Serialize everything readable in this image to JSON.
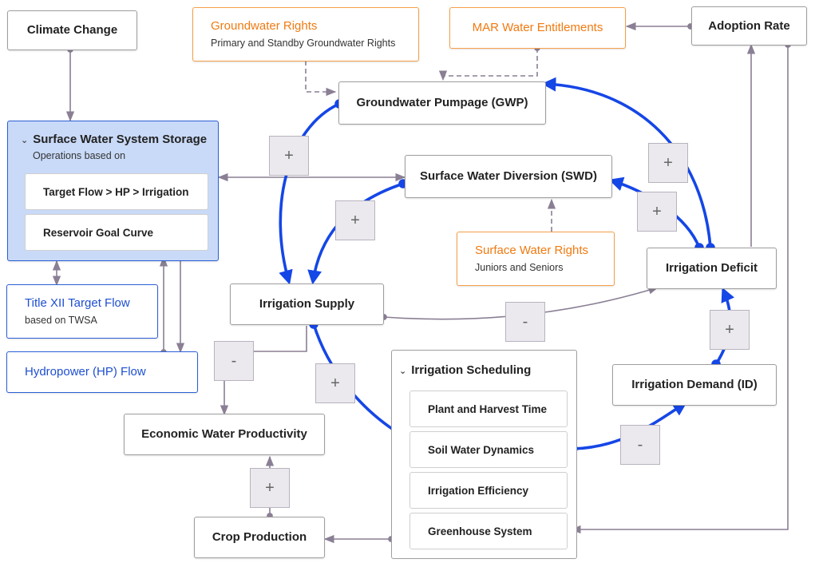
{
  "nodes": {
    "climate_change": "Climate Change",
    "groundwater_rights": {
      "title": "Groundwater Rights",
      "sub": "Primary and Standby Groundwater Rights"
    },
    "mar_entitlements": "MAR Water Entitlements",
    "adoption_rate": "Adoption Rate",
    "gwp": "Groundwater Pumpage (GWP)",
    "swd": "Surface Water Diversion (SWD)",
    "surface_water_rights": {
      "title": "Surface Water Rights",
      "sub": "Juniors and Seniors"
    },
    "irrigation_deficit": "Irrigation Deficit",
    "irrigation_supply": "Irrigation Supply",
    "irrigation_demand": "Irrigation Demand (ID)",
    "economic_productivity": "Economic Water Productivity",
    "crop_production": "Crop Production",
    "title_xii": {
      "title": "Title XII Target Flow",
      "sub": "based on TWSA"
    },
    "hydropower": "Hydropower (HP) Flow"
  },
  "storage_group": {
    "title": "Surface Water System Storage",
    "sub": "Operations based on",
    "items": [
      "Target Flow > HP > Irrigation",
      "Reservoir Goal Curve"
    ]
  },
  "scheduling_group": {
    "title": "Irrigation Scheduling",
    "items": [
      "Plant and Harvest Time",
      "Soil Water Dynamics",
      "Irrigation Efficiency",
      "Greenhouse System"
    ]
  },
  "signs": {
    "gwp_supply": "+",
    "swd_supply": "+",
    "deficit_gwp": "+",
    "deficit_swd": "+",
    "supply_deficit": "-",
    "supply_scheduling": "+",
    "supply_economic": "-",
    "demand_deficit": "+",
    "soil_demand": "-",
    "crop_economic": "+"
  },
  "colors": {
    "feedback": "#1546e6",
    "link": "#8a7f94",
    "orange": "#f07a10",
    "blue": "#1e4fd0",
    "storage_fill": "#c9daf8"
  }
}
